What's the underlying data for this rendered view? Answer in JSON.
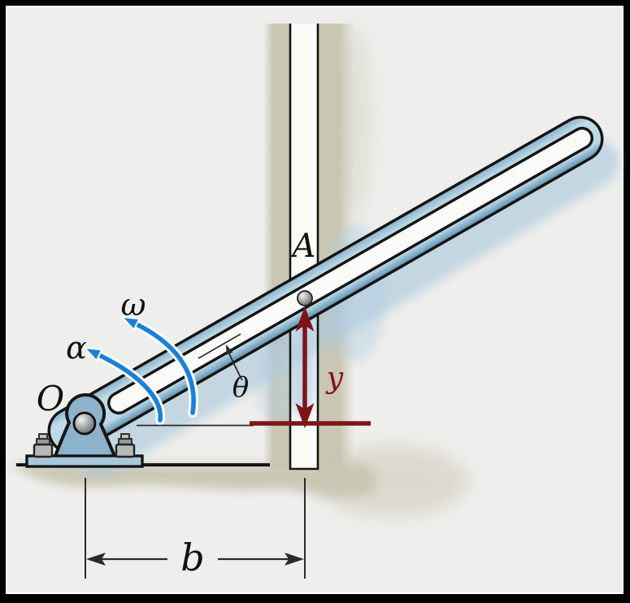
{
  "figure": {
    "title": "slotted-arm-and-vertical-guide-mechanism",
    "labels": {
      "pivot": "O",
      "pin": "A",
      "angular_velocity": "ω",
      "angular_acceleration": "α",
      "angle": "θ",
      "vertical_distance": "y",
      "horizontal_distance": "b"
    },
    "colors": {
      "background": "#eeeeec",
      "frame": "#000000",
      "arm_blue_light": "#c2dce9",
      "arm_blue_mid": "#85aec6",
      "arm_blue_dark": "#4d86a8",
      "arrow_blue": "#1a80d8",
      "dimension_red": "#7e1417",
      "ground_tan": "#c9c6b3",
      "outline": "#151515",
      "metal_gray": "#b8b8b8"
    }
  }
}
